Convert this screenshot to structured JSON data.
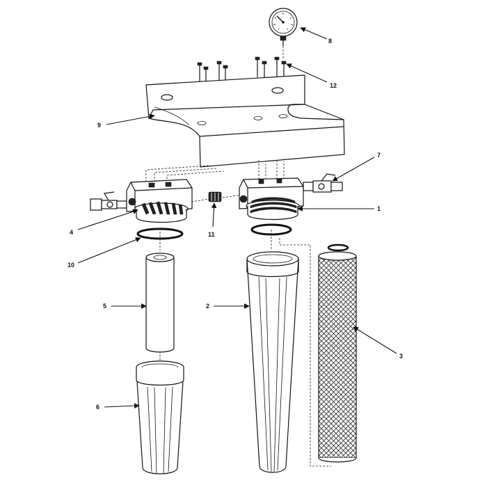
{
  "colors": {
    "ink": "#111111",
    "paper": "#ffffff"
  },
  "callouts": [
    {
      "id": "c1",
      "label": "1"
    },
    {
      "id": "c2",
      "label": "2"
    },
    {
      "id": "c3",
      "label": "3"
    },
    {
      "id": "c4",
      "label": "4"
    },
    {
      "id": "c5",
      "label": "5"
    },
    {
      "id": "c6",
      "label": "6"
    },
    {
      "id": "c7",
      "label": "7"
    },
    {
      "id": "c8",
      "label": "8"
    },
    {
      "id": "c9",
      "label": "9"
    },
    {
      "id": "c10",
      "label": "10"
    },
    {
      "id": "c11",
      "label": "11"
    },
    {
      "id": "c12",
      "label": "12"
    }
  ]
}
